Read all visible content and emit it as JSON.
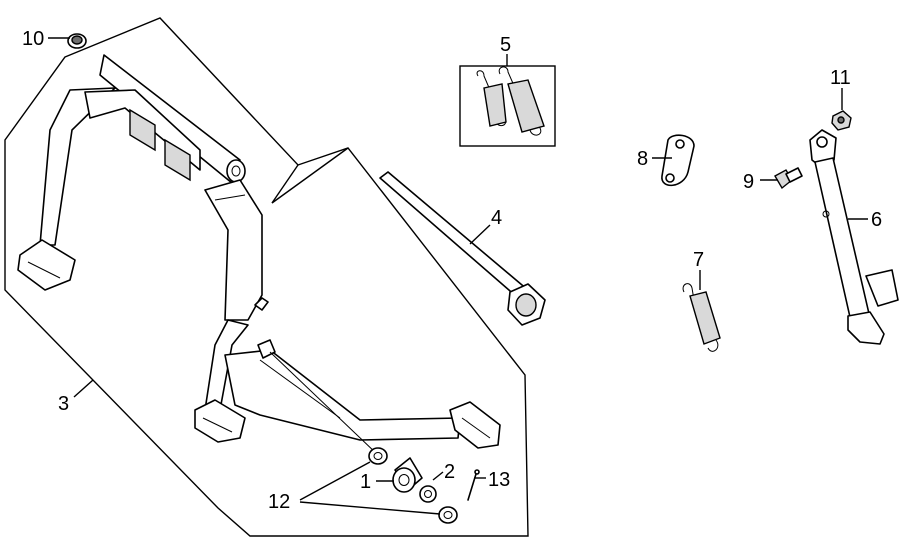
{
  "diagram": {
    "callouts": [
      {
        "id": "callout-10",
        "number": "10",
        "part": "flange nut"
      },
      {
        "id": "callout-5",
        "number": "5",
        "part": "springs"
      },
      {
        "id": "callout-8",
        "number": "8",
        "part": "plate"
      },
      {
        "id": "callout-11",
        "number": "11",
        "part": "nut"
      },
      {
        "id": "callout-9",
        "number": "9",
        "part": "bolt"
      },
      {
        "id": "callout-6",
        "number": "6",
        "part": "side stand"
      },
      {
        "id": "callout-4",
        "number": "4",
        "part": "shaft"
      },
      {
        "id": "callout-7",
        "number": "7",
        "part": "spring"
      },
      {
        "id": "callout-3",
        "number": "3",
        "part": "main stand"
      },
      {
        "id": "callout-2",
        "number": "2",
        "part": "collar"
      },
      {
        "id": "callout-13",
        "number": "13",
        "part": "pin"
      },
      {
        "id": "callout-1",
        "number": "1",
        "part": "bushing"
      },
      {
        "id": "callout-12",
        "number": "12",
        "part": "washers"
      }
    ]
  }
}
